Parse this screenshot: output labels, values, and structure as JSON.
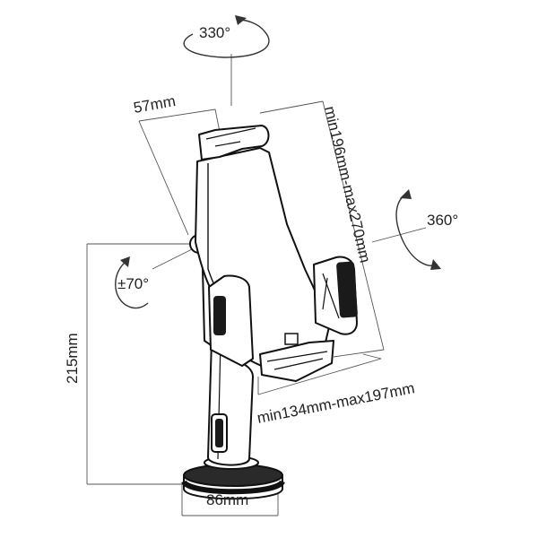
{
  "labels": {
    "top_rotation": "330°",
    "side_rotation": "360°",
    "tilt": "±70°",
    "arm_offset": "57mm",
    "tablet_height_range": "min196mm-max270mm",
    "tablet_width_range": "min134mm-max197mm",
    "stand_height": "215mm",
    "base_diameter": "86mm"
  }
}
